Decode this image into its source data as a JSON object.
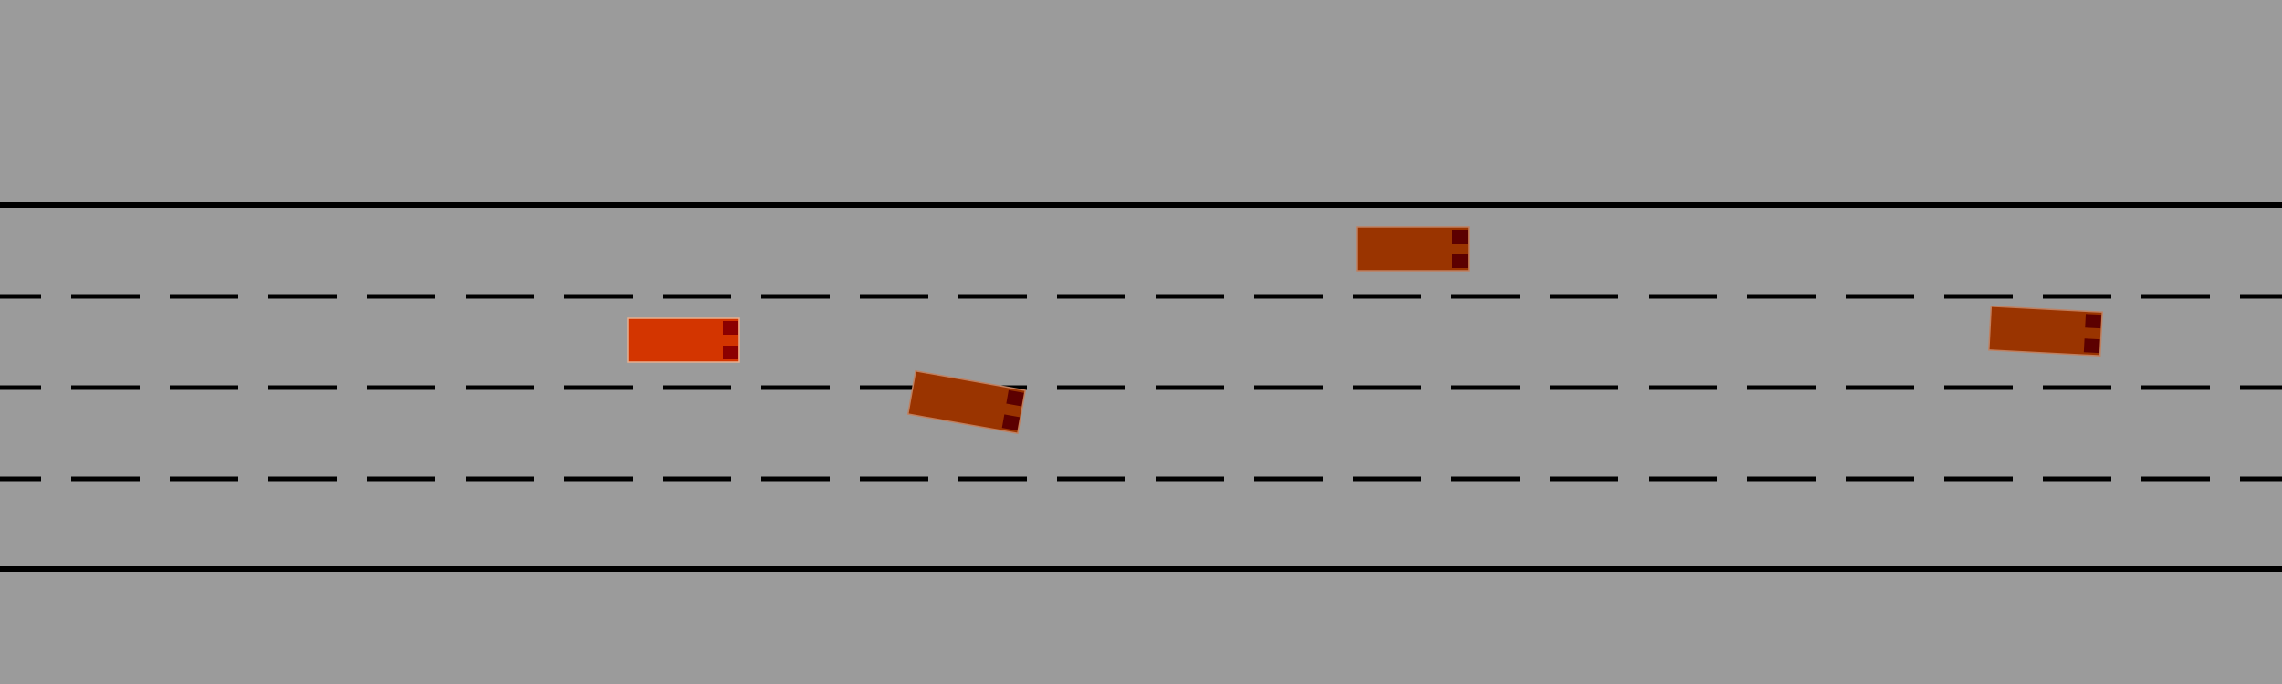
{
  "scene": {
    "background_color": "#9b9b9b",
    "line_color": "#000000",
    "road": {
      "lane_count": 4,
      "solid_edge_lines": 2,
      "dashed_lane_separators": 3
    },
    "vehicles": [
      {
        "id": "ego",
        "role": "ego-vehicle",
        "color": "#d33500",
        "window_color": "#8b0000",
        "heading_deg": 0
      },
      {
        "id": "npc1",
        "role": "other-vehicle",
        "color": "#9a3400",
        "window_color": "#5c0000",
        "heading_deg": 10
      },
      {
        "id": "npc2",
        "role": "other-vehicle",
        "color": "#9a3400",
        "window_color": "#5c0000",
        "heading_deg": 0
      },
      {
        "id": "npc3",
        "role": "other-vehicle",
        "color": "#9a3400",
        "window_color": "#5c0000",
        "heading_deg": 3
      }
    ]
  }
}
